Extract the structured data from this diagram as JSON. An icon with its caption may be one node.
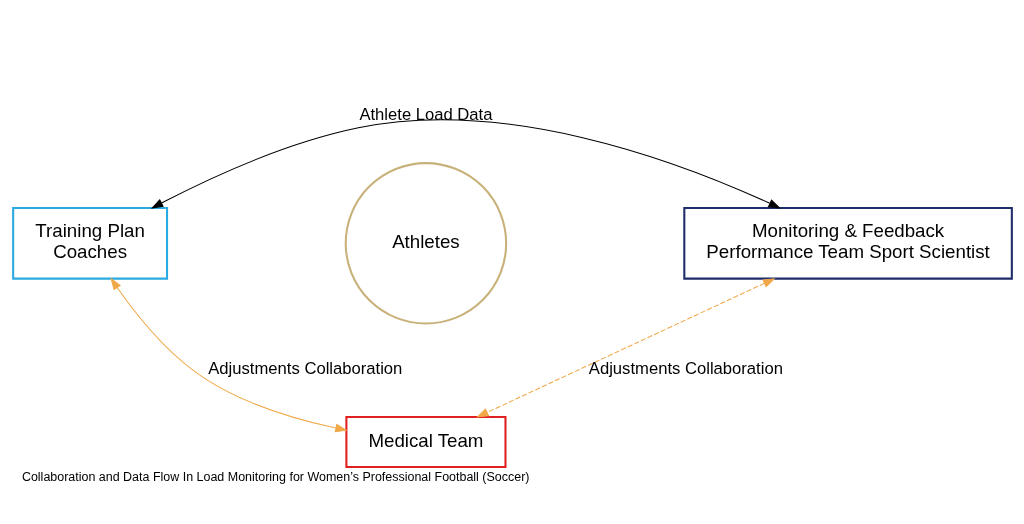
{
  "diagram": {
    "caption": "Collaboration and Data Flow In Load Monitoring for Women’s Professional Football (Soccer)",
    "nodes": [
      {
        "text": [
          "Training Plan",
          "Coaches"
        ]
      },
      {
        "text": [
          "Monitoring & Feedback",
          "Performance Team Sport Scientist"
        ]
      },
      {
        "text": [
          "Athletes"
        ]
      },
      {
        "text": [
          "Medical Team"
        ]
      }
    ],
    "edges": [
      {
        "from": 0,
        "to": 1,
        "arrow": "both",
        "label": "Athlete Load Data",
        "color": "#000000"
      },
      {
        "from": 0,
        "to": 3,
        "arrow": "both",
        "label": "Adjustments Collaboration",
        "color": "#f0a848"
      },
      {
        "from": 1,
        "to": 3,
        "arrow": "both",
        "label": "Adjustments Collaboration",
        "style": "dashed",
        "color": "#f0a848"
      }
    ]
  }
}
